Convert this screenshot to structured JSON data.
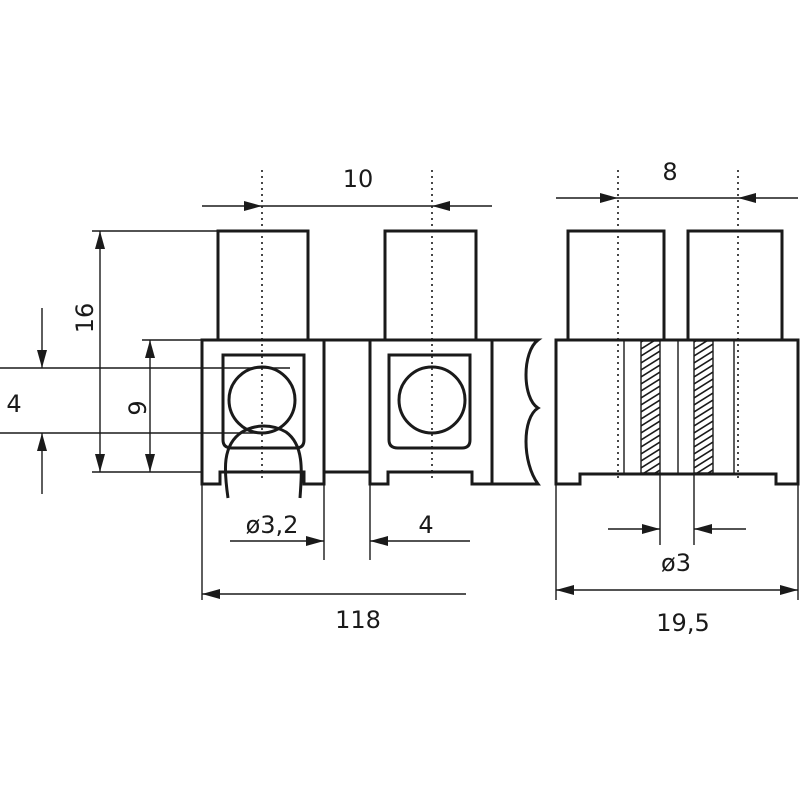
{
  "dimensions": {
    "pitch": "10",
    "body_height": "16",
    "screw_offset": "4",
    "opening_height": "9",
    "hole_diameter": "ø3,2",
    "gap_width": "4",
    "total_length": "118",
    "side_pitch": "8",
    "pin_diameter": "ø3",
    "depth": "19,5"
  }
}
